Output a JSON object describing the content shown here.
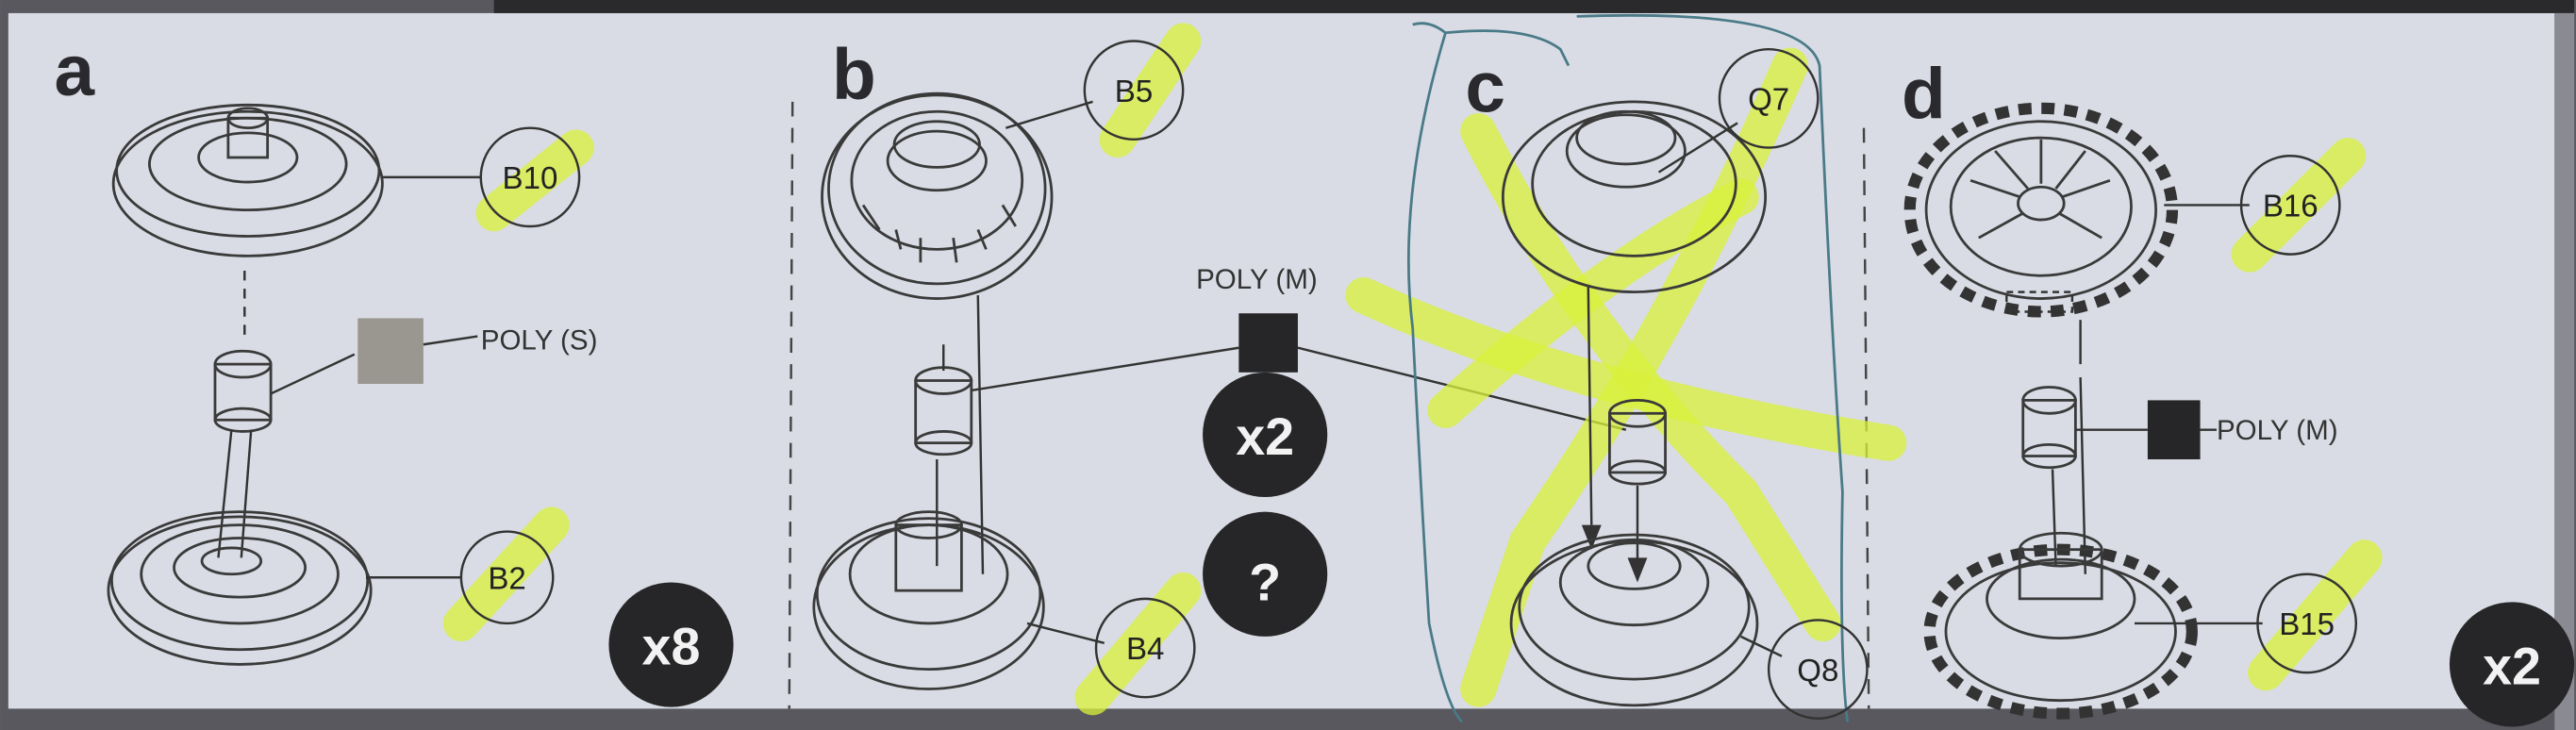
{
  "colors": {
    "paper": "#d9dce4",
    "ink": "#2a2a2e",
    "highlight": "#d8f23a",
    "badge": "#262628",
    "pen": "#4a7a88"
  },
  "steps": [
    {
      "label": "a",
      "parts": {
        "top": "B10",
        "bottom": "B2"
      },
      "poly": "POLY (S)",
      "quantity": "x8"
    },
    {
      "label": "b",
      "parts": {
        "top": "B5",
        "bottom": "B4"
      },
      "poly": "POLY (M)",
      "quantity": "x2",
      "note": "?"
    },
    {
      "label": "c",
      "parts": {
        "top": "Q7",
        "bottom": "Q8"
      }
    },
    {
      "label": "d",
      "parts": {
        "top": "B16",
        "bottom": "B15"
      },
      "poly": "POLY (M)",
      "quantity": "x2"
    }
  ]
}
